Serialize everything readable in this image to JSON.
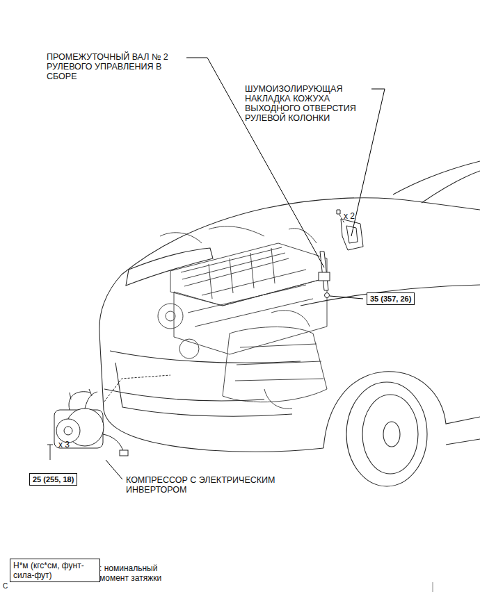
{
  "diagram": {
    "nodes": [
      {
        "text": [
          "35 (357, 26)"
        ]
      },
      {
        "text": [
          "25 (255, 18)"
        ]
      },
      {
        "text": [
          "Н*м (кгс*см, фунт-сила-фут)"
        ]
      }
    ],
    "labels": [
      "ПРОМЕЖУТОЧНЫЙ ВАЛ № 2 РУЛЕВОГО УПРАВЛЕНИЯ В СБОРЕ",
      "ШУМОИЗОЛИРУЮЩАЯ НАКЛАДКА КОЖУХА ВЫХОДНОГО ОТВЕРСТИЯ РУЛЕВОЙ КОЛОНКИ",
      "x 2",
      "x 3",
      "КОМПРЕССОР С ЭЛЕКТРИЧЕСКИМ ИНВЕРТОРОМ",
      ": номинальный момент затяжки",
      "C"
    ]
  }
}
